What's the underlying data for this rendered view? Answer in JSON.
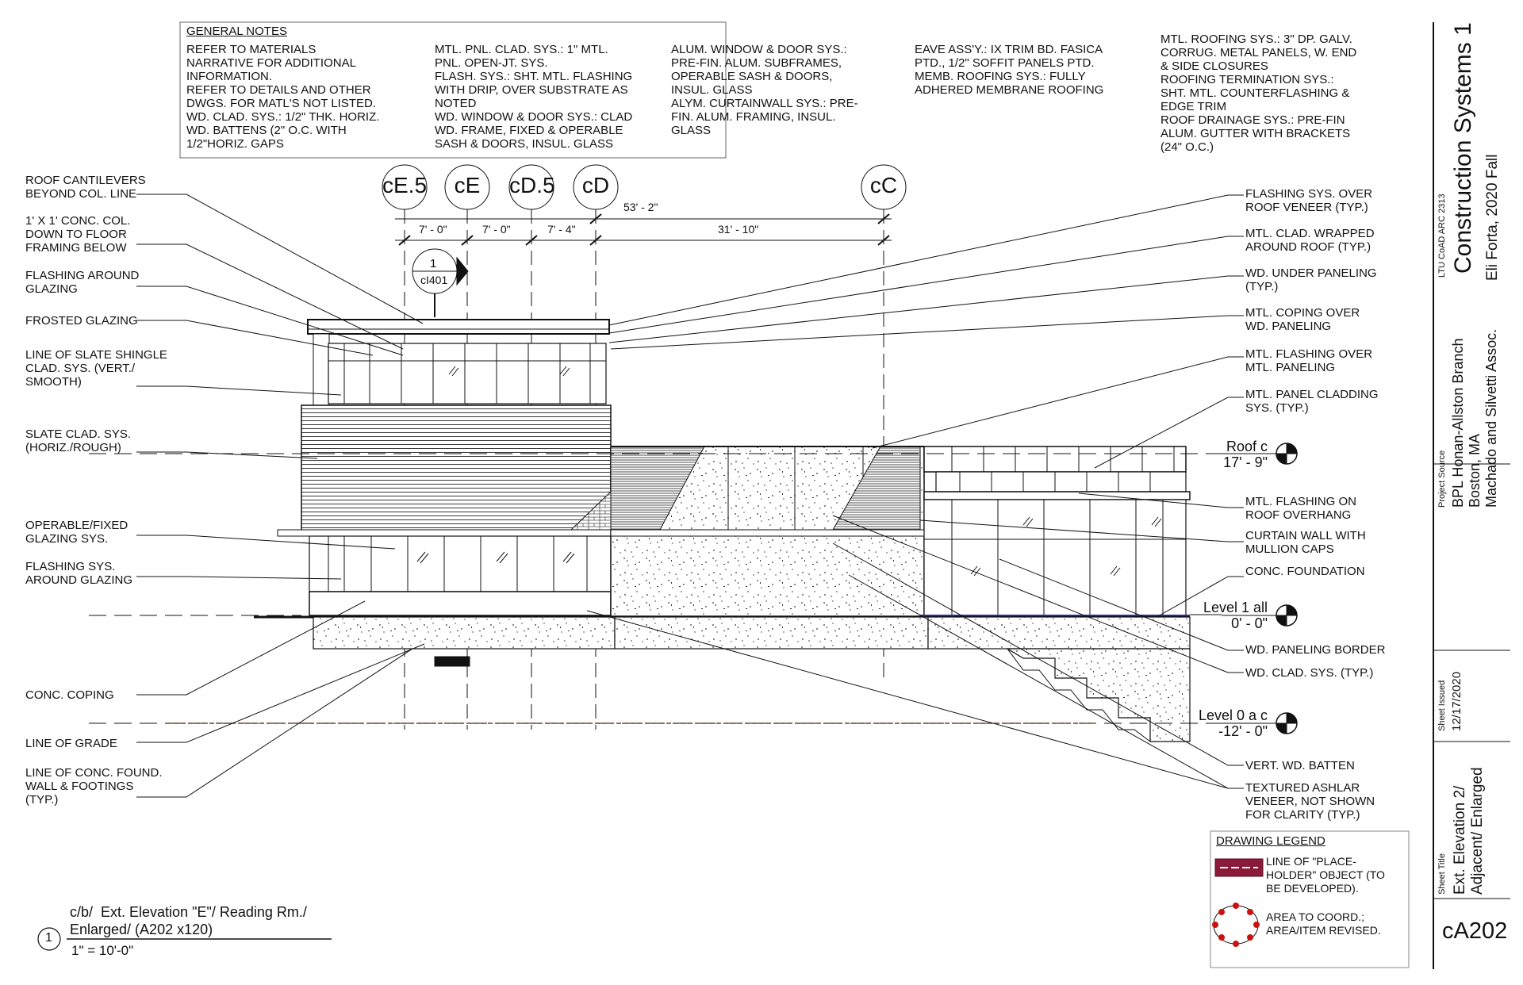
{
  "general_notes": {
    "heading": "GENERAL NOTES",
    "col1": "REFER TO MATERIALS\nNARRATIVE FOR ADDITIONAL\nINFORMATION.\nREFER TO DETAILS AND OTHER\nDWGS. FOR MATL'S NOT LISTED.\nWD. CLAD. SYS.: 1/2\" THK. HORIZ.\nWD. BATTENS (2\" O.C. WITH\n1/2\"HORIZ. GAPS",
    "col2": "MTL. PNL. CLAD. SYS.: 1\" MTL.\nPNL. OPEN-JT. SYS.\nFLASH. SYS.: SHT. MTL. FLASHING\nWITH DRIP, OVER SUBSTRATE AS\nNOTED\nWD. WINDOW & DOOR SYS.: CLAD\nWD. FRAME, FIXED & OPERABLE\nSASH & DOORS, INSUL. GLASS",
    "col3": "ALUM. WINDOW & DOOR SYS.:\nPRE-FIN. ALUM. SUBFRAMES,\nOPERABLE SASH & DOORS,\nINSUL. GLASS\nALYM. CURTAINWALL SYS.: PRE-\nFIN. ALUM. FRAMING, INSUL.\nGLASS",
    "col4": "EAVE ASS'Y.: IX TRIM BD. FASICA\nPTD., 1/2\" SOFFIT PANELS PTD.\nMEMB. ROOFING SYS.: FULLY\nADHERED MEMBRANE ROOFING",
    "col5": "MTL. ROOFING SYS.: 3\" DP. GALV.\nCORRUG. METAL PANELS, W. END\n& SIDE CLOSURES\nROOFING TERMINATION SYS.:\nSHT. MTL. COUNTERFLASHING &\nEDGE TRIM\nROOF DRAINAGE SYS.: PRE-FIN\nALUM. GUTTER WITH BRACKETS\n(24\" O.C.)"
  },
  "callouts_left": [
    "ROOF CANTILEVERS\nBEYOND COL. LINE",
    "1' X 1' CONC. COL.\nDOWN TO FLOOR\nFRAMING BELOW",
    "FLASHING AROUND\nGLAZING",
    "FROSTED GLAZING",
    "LINE OF SLATE SHINGLE\nCLAD. SYS. (VERT./\nSMOOTH)",
    "SLATE CLAD. SYS.\n(HORIZ./ROUGH)",
    "OPERABLE/FIXED\nGLAZING SYS.",
    "FLASHING SYS.\nAROUND GLAZING",
    "CONC. COPING",
    "LINE OF GRADE",
    "LINE OF CONC. FOUND.\nWALL & FOOTINGS\n(TYP.)"
  ],
  "callouts_right": [
    "FLASHING SYS. OVER\nROOF VENEER (TYP.)",
    "MTL. CLAD. WRAPPED\nAROUND ROOF (TYP.)",
    "WD. UNDER PANELING\n(TYP.)",
    "MTL. COPING OVER\nWD. PANELING",
    "MTL. FLASHING OVER\nMTL. PANELING",
    "MTL. PANEL CLADDING\nSYS. (TYP.)",
    "MTL. FLASHING ON\nROOF OVERHANG",
    "CURTAIN WALL WITH\nMULLION CAPS",
    "CONC. FOUNDATION",
    "WD. PANELING BORDER",
    "WD. CLAD. SYS. (TYP.)",
    "VERT. WD. BATTEN",
    "TEXTURED ASHLAR\nVENEER, NOT SHOWN\nFOR CLARITY (TYP.)"
  ],
  "grid_lines": [
    "cE.5",
    "cE",
    "cD.5",
    "cD",
    "cC"
  ],
  "dimensions": {
    "overall": "53' - 2\"",
    "segments": [
      "7' - 0\"",
      "7' - 0\"",
      "7' - 4\"",
      "31' - 10\""
    ]
  },
  "section_marker": {
    "number": "1",
    "sheet": "cI401"
  },
  "levels": [
    {
      "name": "Roof c",
      "elevation": "17' - 9\""
    },
    {
      "name": "Level 1 all",
      "elevation": "0' - 0\""
    },
    {
      "name": "Level 0 a c",
      "elevation": "-12' - 0\""
    }
  ],
  "legend": {
    "title": "DRAWING LEGEND",
    "item1": "LINE OF \"PLACE-\nHOLDER\" OBJECT (TO\nBE DEVELOPED).",
    "item2": "AREA TO COORD.;\nAREA/ITEM REVISED."
  },
  "view_title": {
    "number": "1",
    "line1": "c/b/  Ext. Elevation \"E\"/ Reading Rm./",
    "line2": "Enlarged/ (A202 x120)",
    "scale": "1\" = 10'-0\""
  },
  "title_block": {
    "course": "LTU CoAD ARC 2313",
    "course_title": "Construction Systems 1",
    "author": "Eli Forta, 2020 Fall",
    "project_source_label": "Project Source",
    "project": "BPL Honan-Allston Branch\nBoston, MA\nMachado and Silvetti Assoc.",
    "sheet_issued_label": "Sheet Issued",
    "date": "12/17/2020",
    "sheet_title_label": "Sheet Title",
    "sheet_title": "Ext. Elevation 2/\nAdjacent/ Enlarged",
    "sheet_number": "cA202"
  },
  "colors": {
    "ink": "#111111",
    "legend_red": "#cc1111",
    "placeholder_fill": "#8b1a3a",
    "level_blue": "#2a2aa0",
    "grade_brown": "#7a3b1a"
  }
}
